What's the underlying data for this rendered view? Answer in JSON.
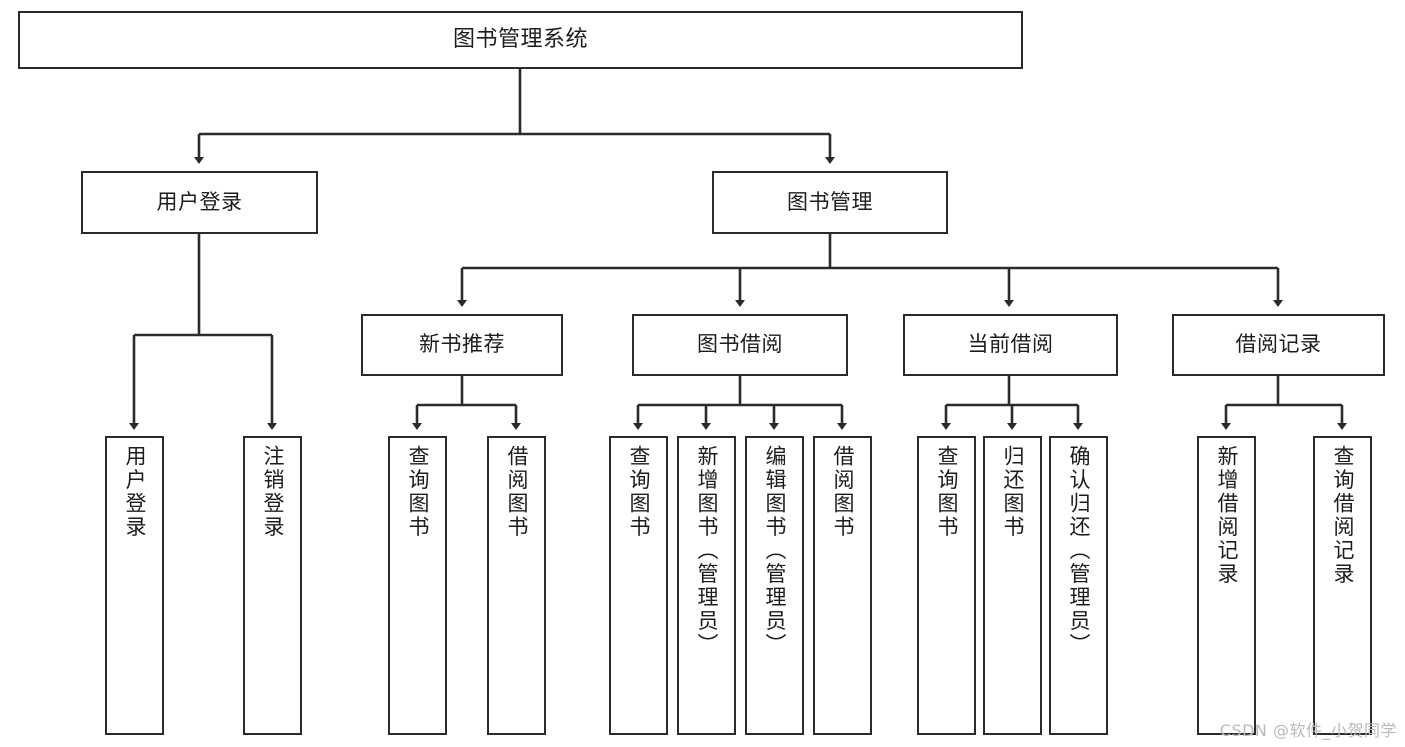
{
  "diagram": {
    "type": "tree-hierarchy",
    "orientation": "top-down",
    "background_color": "#ffffff",
    "line_color": "#2b2b2b",
    "box_border_color": "#2b2b2b",
    "box_fill_color": "#ffffff",
    "text_color": "#1d1d1d"
  },
  "root": {
    "label": "图书管理系统"
  },
  "level2": {
    "user_login": {
      "label": "用户登录"
    },
    "book_manage": {
      "label": "图书管理"
    }
  },
  "level3": {
    "new_book_recommend": {
      "label": "新书推荐"
    },
    "book_borrow": {
      "label": "图书借阅"
    },
    "current_borrow": {
      "label": "当前借阅"
    },
    "borrow_record": {
      "label": "借阅记录"
    }
  },
  "leaves": {
    "user_login": [
      {
        "label": "用户登录"
      },
      {
        "label": "注销登录"
      }
    ],
    "new_book_recommend": [
      {
        "label": "查询图书"
      },
      {
        "label": "借阅图书"
      }
    ],
    "book_borrow": [
      {
        "label": "查询图书"
      },
      {
        "label": "新增图书（管理员）"
      },
      {
        "label": "编辑图书（管理员）"
      },
      {
        "label": "借阅图书"
      }
    ],
    "current_borrow": [
      {
        "label": "查询图书"
      },
      {
        "label": "归还图书"
      },
      {
        "label": "确认归还（管理员）"
      }
    ],
    "borrow_record": [
      {
        "label": "新增借阅记录"
      },
      {
        "label": "查询借阅记录"
      }
    ]
  },
  "watermark": {
    "text": "CSDN @软件_小贺同学"
  }
}
